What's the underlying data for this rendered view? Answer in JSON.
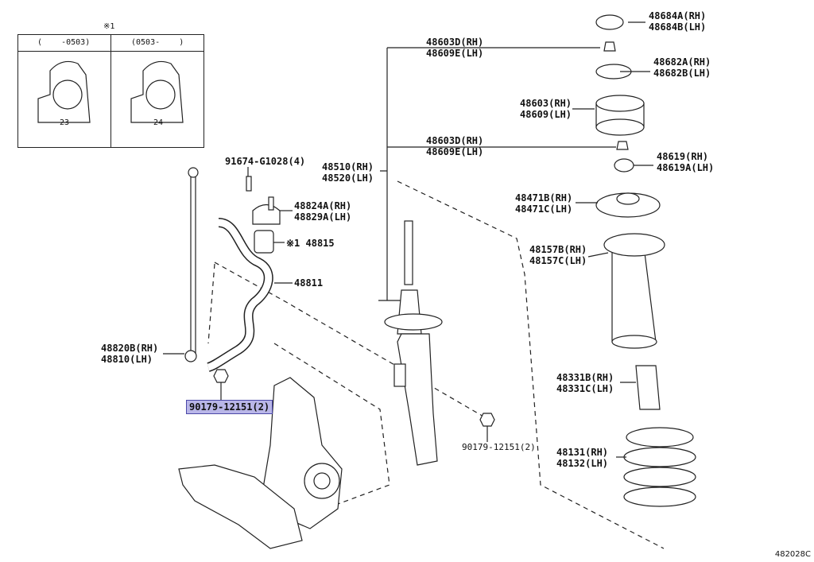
{
  "inset": {
    "mark": "※1",
    "col1": "(    -0503)",
    "col2": "(0503-    )",
    "num1": "23",
    "num2": "24"
  },
  "labels": {
    "p48684": "48684A(RH)\n48684B(LH)",
    "p48603top": "48603D(RH)\n48609E(LH)",
    "p48682": "48682A(RH)\n48682B(LH)",
    "p48603mount": "48603(RH)\n48609(LH)",
    "p48603mid": "48603D(RH)\n48609E(LH)",
    "p48619": "48619(RH)\n48619A(LH)",
    "p48510": "48510(RH)\n48520(LH)",
    "p48471": "48471B(RH)\n48471C(LH)",
    "p48157": "48157B(RH)\n48157C(LH)",
    "p48331": "48331B(RH)\n48331C(LH)",
    "p48131": "48131(RH)\n48132(LH)",
    "p91674": "91674-G1028(4)",
    "p48824": "48824A(RH)\n48829A(LH)",
    "p48815": "※1 48815",
    "p48811": "48811",
    "p48820": "48820B(RH)\n48810(LH)",
    "p90179a": "90179-12151(2)",
    "p90179b": "90179-12151(2)"
  },
  "diagram_id": "482028C",
  "colors": {
    "highlight_fill": "#b9b6e8",
    "highlight_border": "#4b48a8",
    "line": "#222222"
  }
}
